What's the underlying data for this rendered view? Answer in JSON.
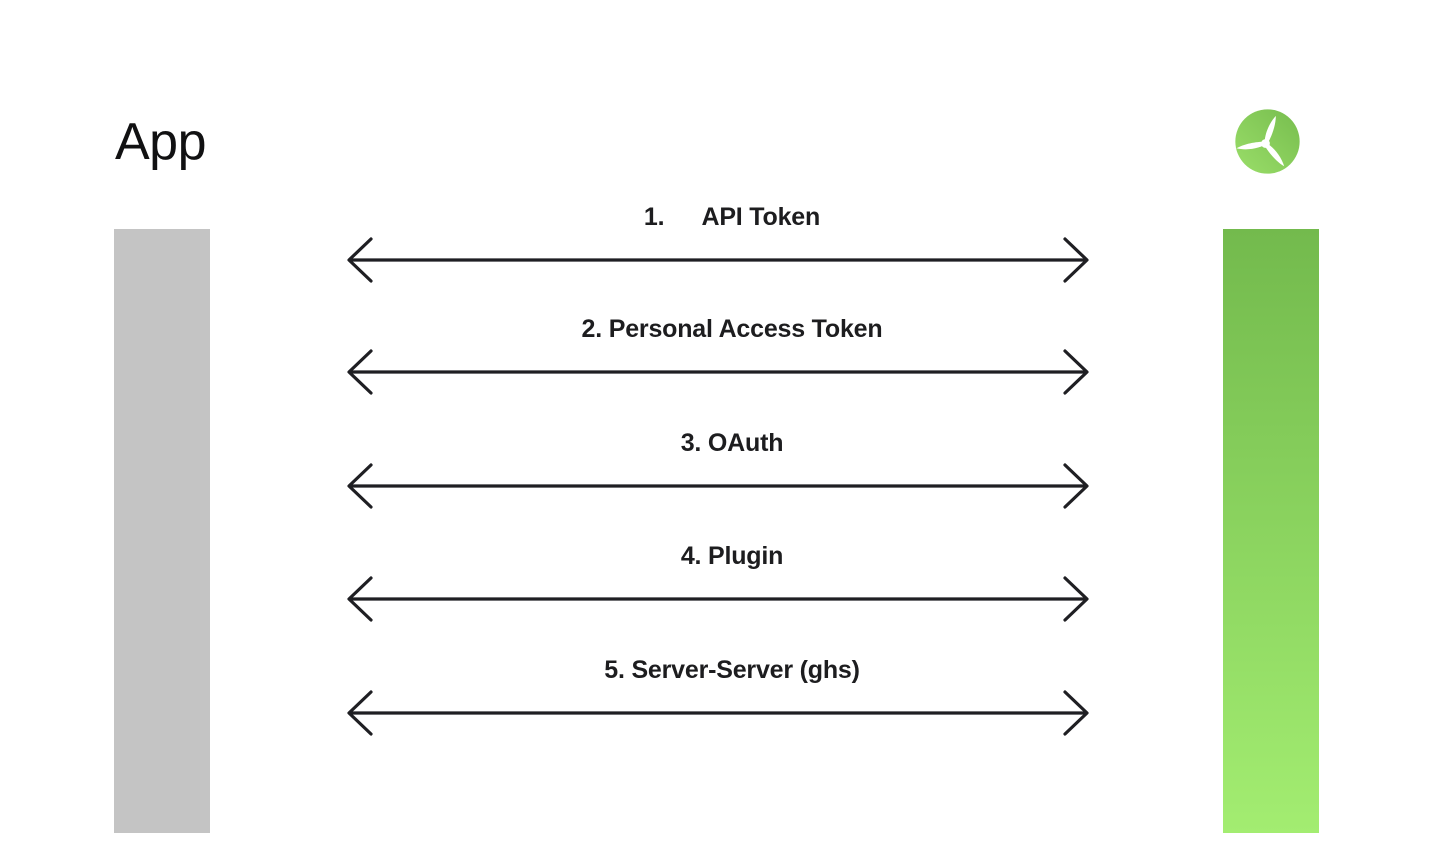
{
  "app": {
    "title": "App"
  },
  "logo": {
    "name": "propeller-logo",
    "gradient_top_right": "#77bd4e",
    "gradient_bottom_left": "#9ade69",
    "blade_color": "#ffffff"
  },
  "bars": {
    "left_bar_color": "#c4c4c4",
    "right_bar_gradient_top": "#73ba4d",
    "right_bar_gradient_bottom": "#a3ed71"
  },
  "arrows": [
    {
      "label": "1.  API Token"
    },
    {
      "label": "2. Personal Access Token"
    },
    {
      "label": "3. OAuth"
    },
    {
      "label": "4. Plugin"
    },
    {
      "label": "5. Server-Server (ghs)"
    }
  ],
  "colors": {
    "arrow": "#1f1f23",
    "label_text": "#1d1d1f",
    "title_text": "#111112",
    "background": "#ffffff"
  }
}
